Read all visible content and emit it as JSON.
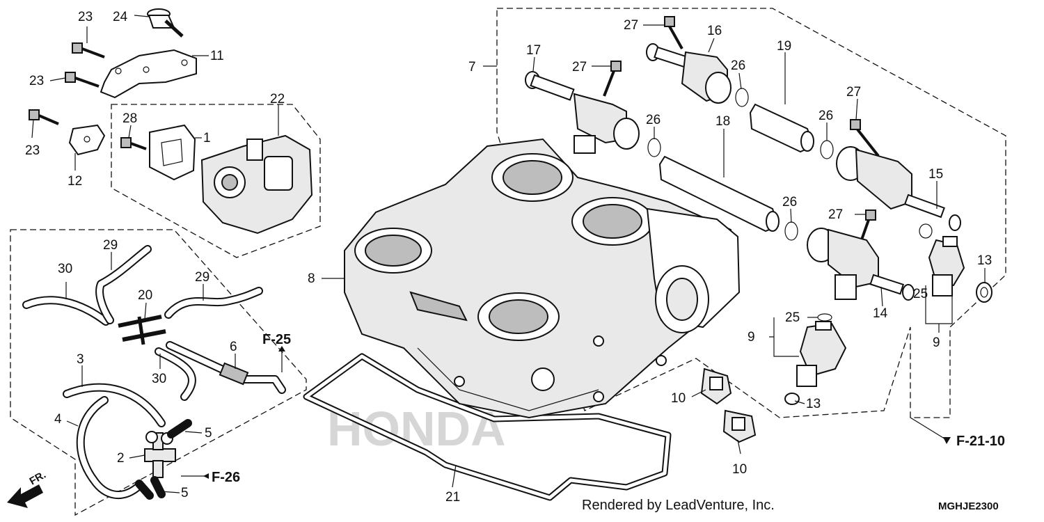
{
  "diagram": {
    "callouts": [
      "1",
      "2",
      "3",
      "4",
      "5",
      "6",
      "7",
      "8",
      "9",
      "10",
      "11",
      "12",
      "13",
      "14",
      "15",
      "16",
      "17",
      "18",
      "19",
      "20",
      "21",
      "22",
      "23",
      "24",
      "25",
      "26",
      "27",
      "28",
      "29",
      "30"
    ],
    "references": {
      "f25": "F-25",
      "f26": "F-26",
      "f2110": "F-21-10"
    },
    "front_label": "FR.",
    "watermark": "HONDA",
    "credit": "Rendered by LeadVenture, Inc.",
    "diagram_code": "MGHJE2300"
  }
}
